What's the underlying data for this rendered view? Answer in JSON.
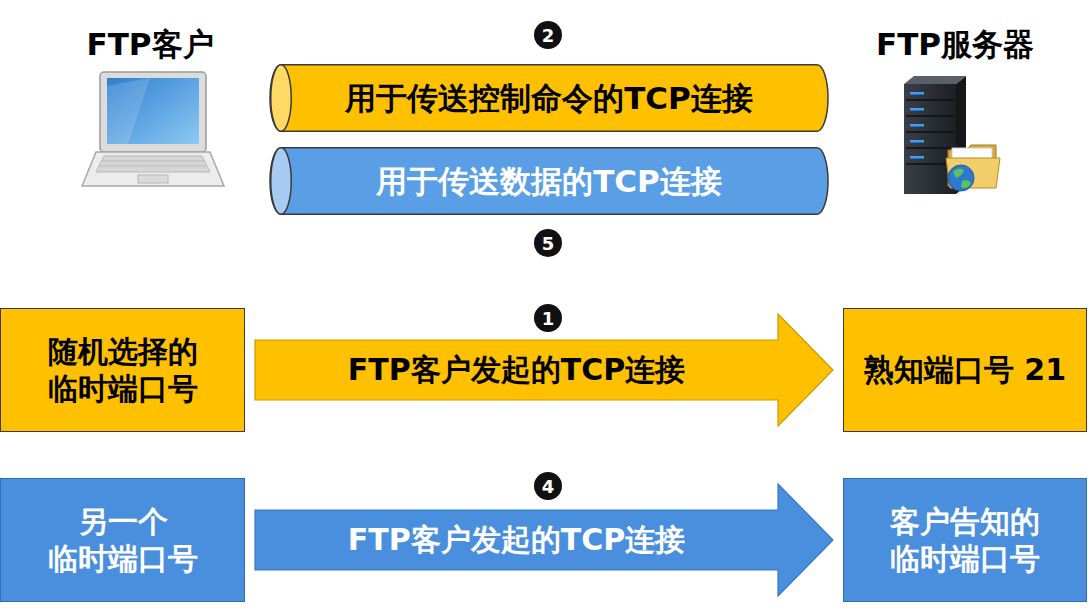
{
  "diagram": {
    "nodes": [
      {
        "text": [
          "用于传送控制命令的TCP连接"
        ]
      },
      {
        "text": [
          "用于传送数据的TCP连接"
        ]
      },
      {
        "text": [
          "随机选择的 临时端口号"
        ]
      },
      {
        "text": [
          "熟知端口号 21"
        ]
      },
      {
        "text": [
          "另一个 临时端口号"
        ]
      },
      {
        "text": [
          "客户告知的 临时端口号"
        ]
      }
    ],
    "edges": [
      {
        "from": 2,
        "to": 3,
        "arrow": "to",
        "label": "FTP客户发起的TCP连接"
      },
      {
        "from": 4,
        "to": 5,
        "arrow": "to",
        "label": "FTP客户发起的TCP连接"
      }
    ],
    "labels": [
      "FTP客户",
      "FTP服务器",
      "2",
      "5",
      "1",
      "4"
    ]
  }
}
